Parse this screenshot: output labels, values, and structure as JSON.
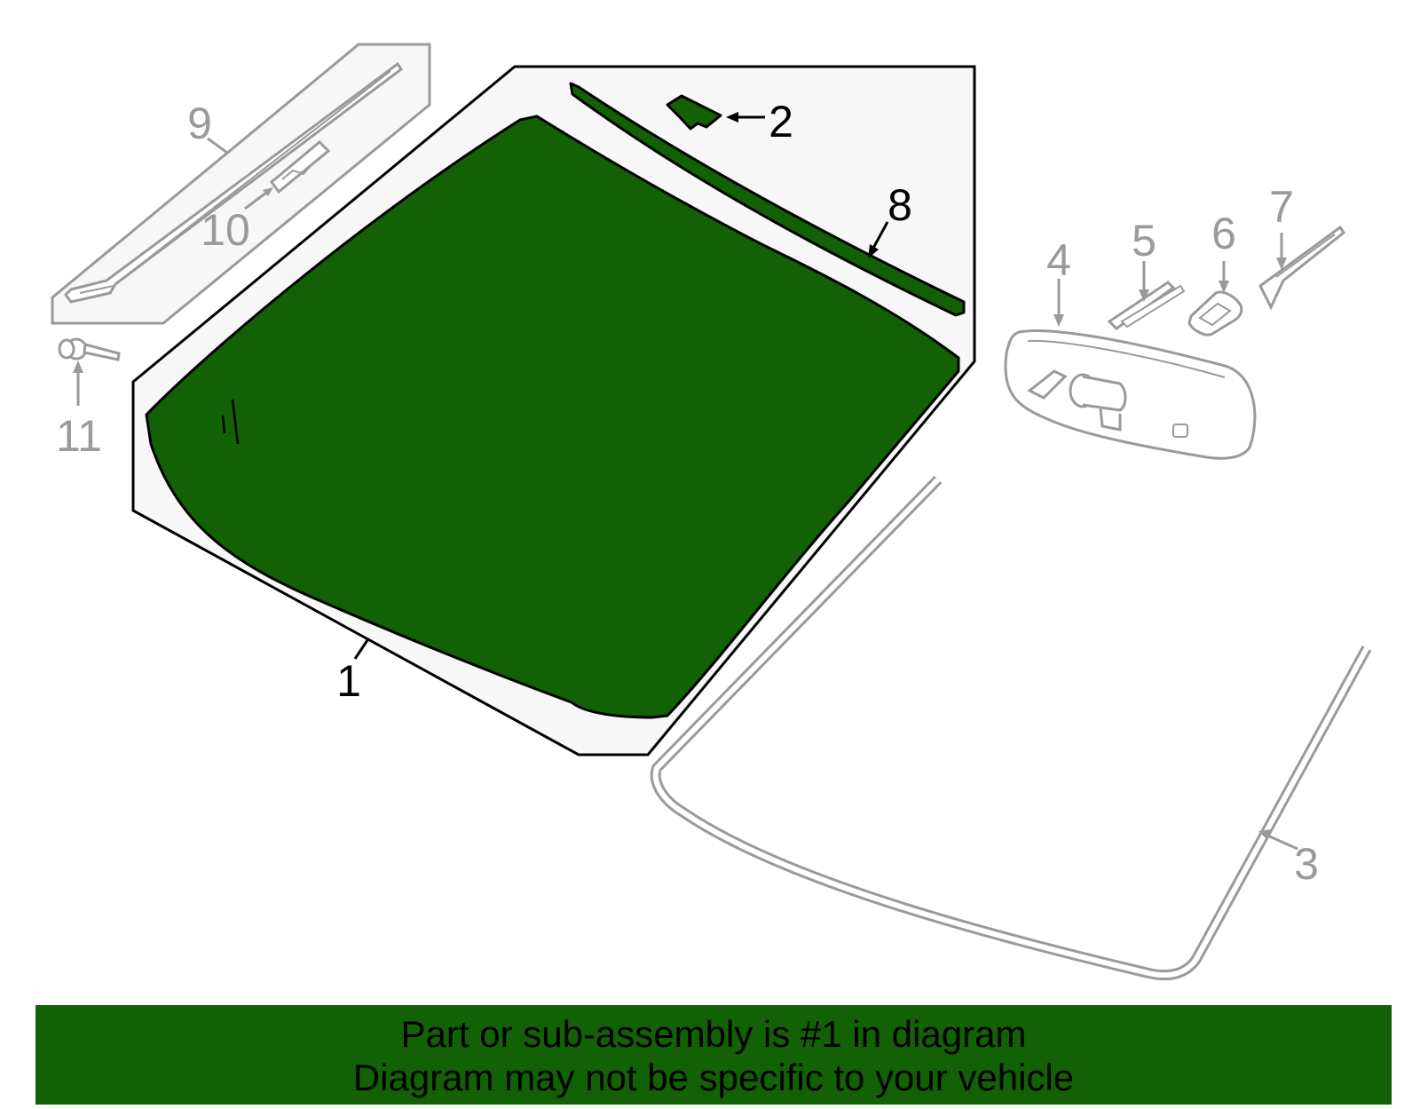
{
  "colors": {
    "highlight": "#136105",
    "panel": "#f7f7f7",
    "muted": "#9a9a9a",
    "outline": "#000000"
  },
  "callouts": {
    "c1": "1",
    "c2": "2",
    "c3": "3",
    "c4": "4",
    "c5": "5",
    "c6": "6",
    "c7": "7",
    "c8": "8",
    "c9": "9",
    "c10": "10",
    "c11": "11"
  },
  "banner": {
    "line1": "Part or sub-assembly is #1 in diagram",
    "line2": "Diagram may not be specific to your vehicle"
  }
}
